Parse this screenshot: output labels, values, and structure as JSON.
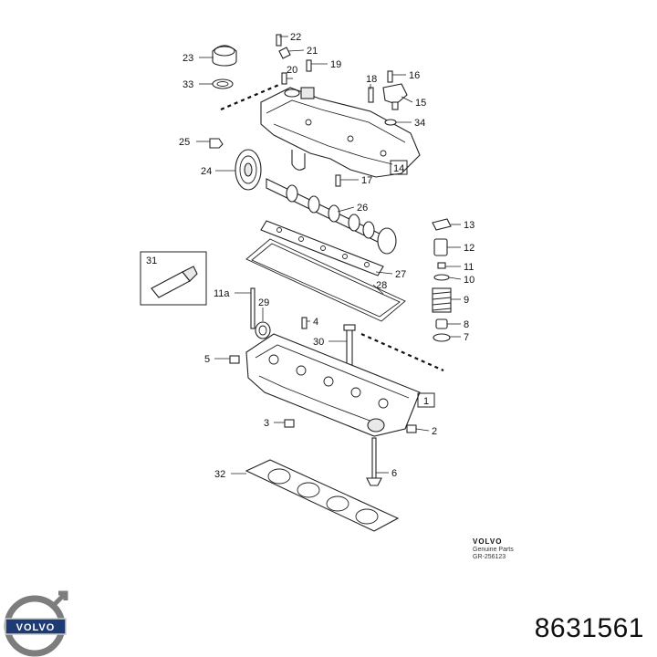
{
  "diagram": {
    "labels": [
      "22",
      "21",
      "23",
      "20",
      "19",
      "18",
      "16",
      "33",
      "15",
      "34",
      "25",
      "14",
      "24",
      "17",
      "26",
      "13",
      "12",
      "11",
      "10",
      "31",
      "27",
      "28",
      "11a",
      "29",
      "9",
      "4",
      "8",
      "30",
      "7",
      "5",
      "1",
      "3",
      "2",
      "6",
      "32"
    ],
    "boxed_labels": [
      "14",
      "1",
      "31"
    ]
  },
  "volvo_ref": {
    "brand": "VOLVO",
    "line1": "Genuine Parts",
    "line2": "GR-256123"
  },
  "logo": {
    "text": "VOLVO"
  },
  "part_number": "8631561"
}
